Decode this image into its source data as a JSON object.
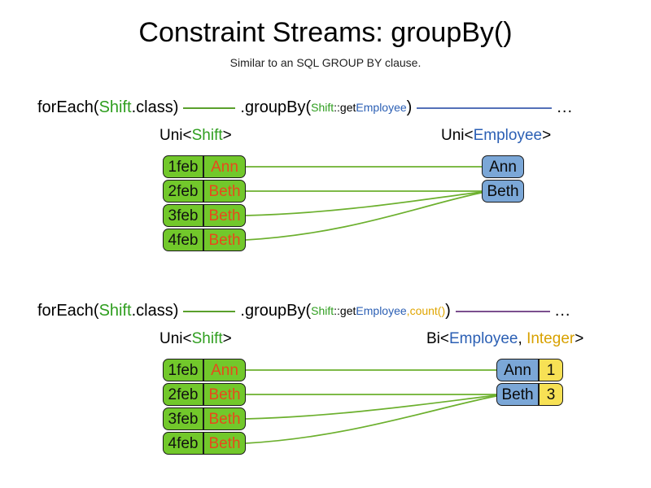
{
  "title": "Constraint Streams: groupBy()",
  "subtitle": "Similar to an SQL GROUP BY clause.",
  "colors": {
    "shift_green": "#2f9e1f",
    "employee_blue": "#2b5fb4",
    "integer_gold": "#d8a100",
    "count_gold": "#e0a500",
    "box_green": "#72c82b",
    "box_blue": "#7ba7d7",
    "box_yellow": "#f7e155",
    "name_orange": "#e8491c",
    "link_green": "#6cb02e",
    "link_blue": "#5470b8",
    "link_purple": "#7b4f8e"
  },
  "sections": [
    {
      "id": "groupby-simple",
      "code": {
        "for_each_prefix": "forEach(",
        "for_each_type": "Shift",
        "for_each_suffix": ".class)",
        "group_by_prefix": ".groupBy(",
        "mapper_type": "Shift",
        "mapper_sep": "::get",
        "mapper_prop": "Employee",
        "group_by_suffix": ")",
        "ellipsis": "..."
      },
      "left_type_label": {
        "prefix": "Uni<",
        "generic": "Shift",
        "suffix": ">"
      },
      "right_type_label": {
        "prefix": "Uni<",
        "generic": "Employee",
        "suffix": ">"
      },
      "left_tuples": [
        {
          "date": "1feb",
          "name": "Ann"
        },
        {
          "date": "2feb",
          "name": "Beth"
        },
        {
          "date": "3feb",
          "name": "Beth"
        },
        {
          "date": "4feb",
          "name": "Beth"
        }
      ],
      "right_tuples": [
        {
          "name": "Ann"
        },
        {
          "name": "Beth"
        }
      ]
    },
    {
      "id": "groupby-count",
      "code": {
        "for_each_prefix": "forEach(",
        "for_each_type": "Shift",
        "for_each_suffix": ".class)",
        "group_by_prefix": ".groupBy(",
        "mapper_type": "Shift",
        "mapper_sep": "::get",
        "mapper_prop": "Employee",
        "collector_sep": ", ",
        "collector": "count()",
        "group_by_suffix": ")",
        "ellipsis": "..."
      },
      "left_type_label": {
        "prefix": "Uni<",
        "generic": "Shift",
        "suffix": ">"
      },
      "right_type_label": {
        "prefix": "Bi<",
        "generic": "Employee",
        "sep": ", ",
        "generic2": "Integer",
        "suffix": ">"
      },
      "left_tuples": [
        {
          "date": "1feb",
          "name": "Ann"
        },
        {
          "date": "2feb",
          "name": "Beth"
        },
        {
          "date": "3feb",
          "name": "Beth"
        },
        {
          "date": "4feb",
          "name": "Beth"
        }
      ],
      "right_tuples": [
        {
          "name": "Ann",
          "count": "1"
        },
        {
          "name": "Beth",
          "count": "3"
        }
      ]
    }
  ]
}
